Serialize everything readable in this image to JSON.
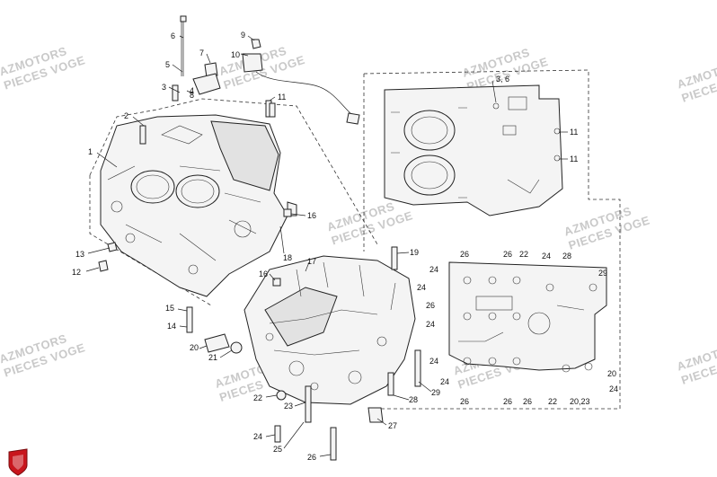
{
  "watermark": {
    "line1": "AZMOTORS",
    "line2": "PIECES VOGE"
  },
  "callouts": [
    "1",
    "2",
    "3",
    "4",
    "5",
    "6",
    "7",
    "8",
    "9",
    "10",
    "11",
    "12",
    "13",
    "14",
    "15",
    "16",
    "17",
    "18",
    "19",
    "20",
    "21",
    "22",
    "23",
    "24",
    "25",
    "26",
    "27",
    "28",
    "29"
  ],
  "inset_top_label": "3, 6",
  "inset_bottom_label": "20,23",
  "colors": {
    "line": "#222222",
    "watermark": "#c9c9c9",
    "logo_red": "#c8161d"
  }
}
